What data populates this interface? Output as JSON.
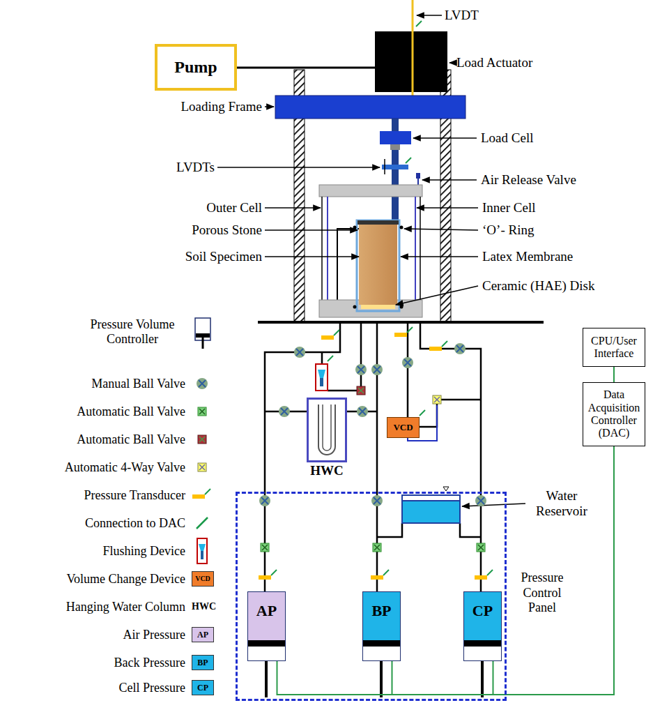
{
  "diagram": {
    "nodes": [
      {
        "text": [
          "Pump"
        ]
      },
      {
        "text": [
          "CPU/User Interface"
        ]
      },
      {
        "text": [
          "Data Acquisition Controller (DAC)"
        ]
      },
      {
        "text": [
          "Pressure Control Panel"
        ]
      },
      {
        "text": [
          "AP"
        ],
        "in": 3
      },
      {
        "text": [
          "BP"
        ],
        "in": 3
      },
      {
        "text": [
          "CP"
        ],
        "in": 3
      },
      {
        "text": [
          "VCD"
        ]
      },
      {
        "text": [
          "HWC"
        ]
      }
    ],
    "edges": [
      {
        "from": 1,
        "to": 2,
        "arrow": "none"
      },
      {
        "from": 2,
        "to": 4,
        "arrow": "none"
      },
      {
        "from": 2,
        "to": 5,
        "arrow": "none"
      },
      {
        "from": 2,
        "to": 6,
        "arrow": "none"
      }
    ],
    "labels": [
      "LVDT",
      "Load Actuator",
      "Loading Frame",
      "Load Cell",
      "LVDTs",
      "Air Release Valve",
      "Outer Cell",
      "Inner Cell",
      "Porous Stone",
      "‘O’- Ring",
      "Soil Specimen",
      "Latex Membrane",
      "Ceramic (HAE) Disk",
      "Water Reservoir",
      "VCD",
      "HWC",
      "AP",
      "BP",
      "CP"
    ],
    "legend": [
      {
        "text": "Pressure Volume Controller"
      },
      {
        "text": "Manual Ball Valve"
      },
      {
        "text": "Automatic Ball Valve"
      },
      {
        "text": "Automatic Ball Valve"
      },
      {
        "text": "Automatic 4-Way Valve"
      },
      {
        "text": "Pressure Transducer"
      },
      {
        "text": "Connection to DAC"
      },
      {
        "text": "Flushing Device"
      },
      {
        "text": "Volume Change Device",
        "color": "#f07c2a"
      },
      {
        "text": "Hanging Water Column"
      },
      {
        "text": "Air Pressure",
        "color": "#d8c4ea"
      },
      {
        "text": "Back Pressure",
        "color": "#1fb4e8"
      },
      {
        "text": "Cell Pressure",
        "color": "#1fb4e8"
      }
    ]
  }
}
